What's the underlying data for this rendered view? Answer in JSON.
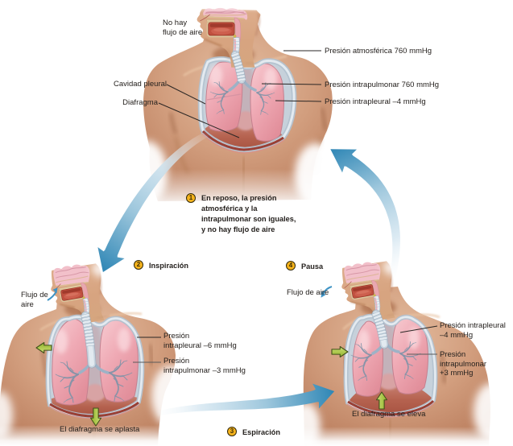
{
  "diagram": "ciclo de la respiracion",
  "steps": [
    {
      "num": "1",
      "text": "En reposo, la presión\natmosférica y la\nintrapulmonar son iguales,\ny no hay flujo de aire"
    },
    {
      "num": "2",
      "text": "Inspiración"
    },
    {
      "num": "3",
      "text": "Espiración"
    },
    {
      "num": "4",
      "text": "Pausa"
    }
  ],
  "labels": {
    "no_airflow": "No hay\nflujo de aire",
    "atmospheric_pressure": "Presión atmosférica 760 mmHg",
    "intrapulmonary_top": "Presión intrapulmonar 760 mmHg",
    "intrapleural_top": "Presión intrapleural –4 mmHg",
    "pleural_cavity": "Cavidad pleural",
    "diaphragm": "Diafragma",
    "airflow_in": "Flujo de\naire",
    "intrapleural_left": "Presión\nintrapleural –6 mmHg",
    "intrapulmonary_left": "Presión\nintrapulmonar –3 mmHg",
    "diaphragm_flattens": "El diafragma se aplasta",
    "airflow_out": "Flujo de aire",
    "intrapleural_right": "Presión intrapleural\n–4 mmHg",
    "intrapulmonary_right": "Presión\nintrapulmonar\n+3 mmHg",
    "diaphragm_rises": "El diafragma se eleva"
  },
  "colors": {
    "step_badge": "#f5b31c",
    "cycle_arrow": "#3a8fbe",
    "flow_arrow_green": "#a2c43c",
    "flow_arrow_blue": "#4597c6",
    "lung_pink": "#eda4b4",
    "skin": "#d09676",
    "text": "#25211e"
  }
}
